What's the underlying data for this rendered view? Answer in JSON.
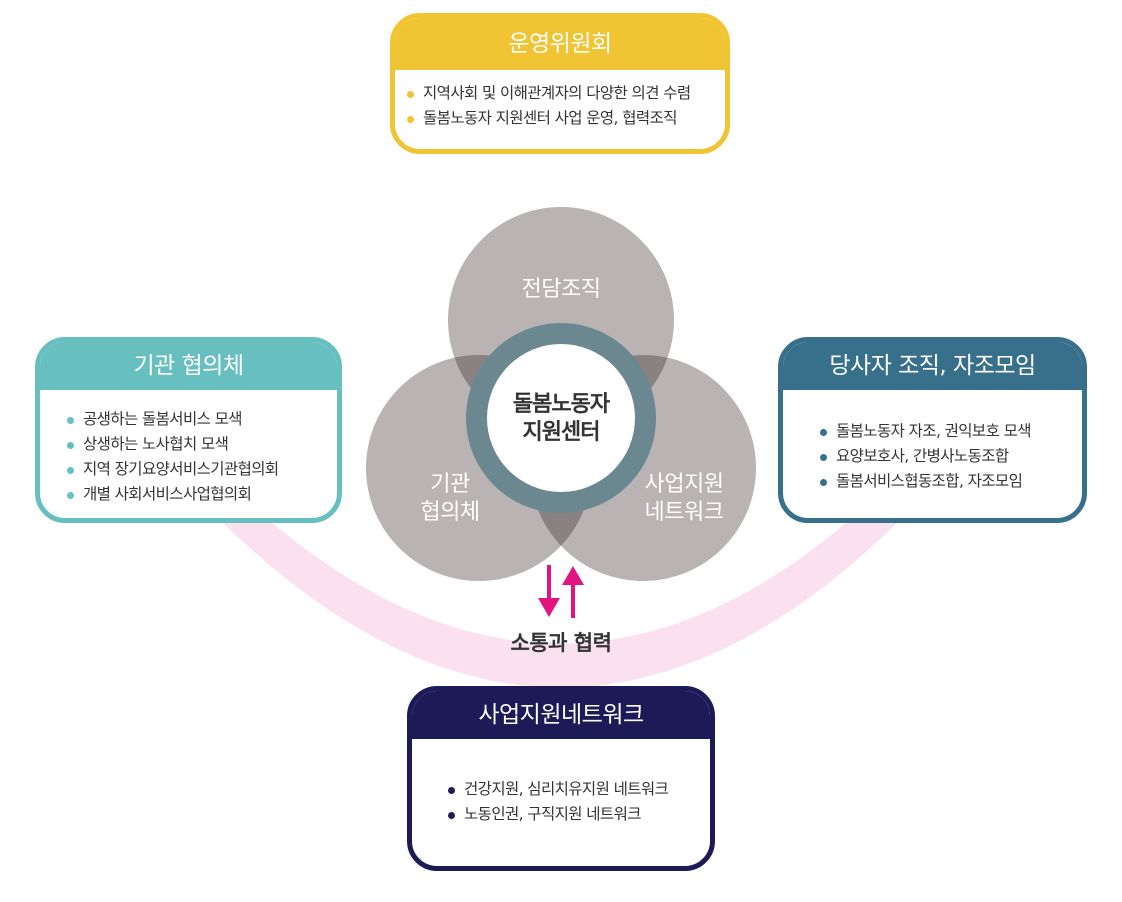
{
  "committee": {
    "title": "운영위원회",
    "items": [
      "지역사회 및 이해관계자의 다양한 의견 수렴",
      "돌봄노동자 지원센터 사업 운영, 협력조직"
    ]
  },
  "council_box": {
    "title": "기관 협의체",
    "items": [
      "공생하는 돌봄서비스 모색",
      "상생하는 노사협치 모색",
      "지역 장기요양서비스기관협의회",
      "개별 사회서비스사업협의회"
    ]
  },
  "party_box": {
    "title": "당사자 조직, 자조모임",
    "items": [
      "돌봄노동자 자조, 권익보호 모색",
      "요양보호사, 간병사노동조합",
      "돌봄서비스협동조합, 자조모임"
    ]
  },
  "network_box": {
    "title": "사업지원네트워크",
    "items": [
      "건강지원, 심리치유지원 네트워크",
      "노동인권, 구직지원 네트워크"
    ]
  },
  "venn": {
    "top": "전담조직",
    "left_line1": "기관",
    "left_line2": "협의체",
    "right_line1": "사업지원",
    "right_line2": "네트워크",
    "center_line1": "돌봄노동자",
    "center_line2": "지원센터"
  },
  "communication_label": "소통과 협력",
  "colors": {
    "committee": "#f0c433",
    "council": "#67bfc0",
    "party": "#38708b",
    "network": "#1c1b58",
    "arc": "#fbe1ef",
    "arrow": "#e0157f",
    "circle": "#b9b4b3",
    "overlap": "#8a8281",
    "center_ring": "#6b8891"
  }
}
